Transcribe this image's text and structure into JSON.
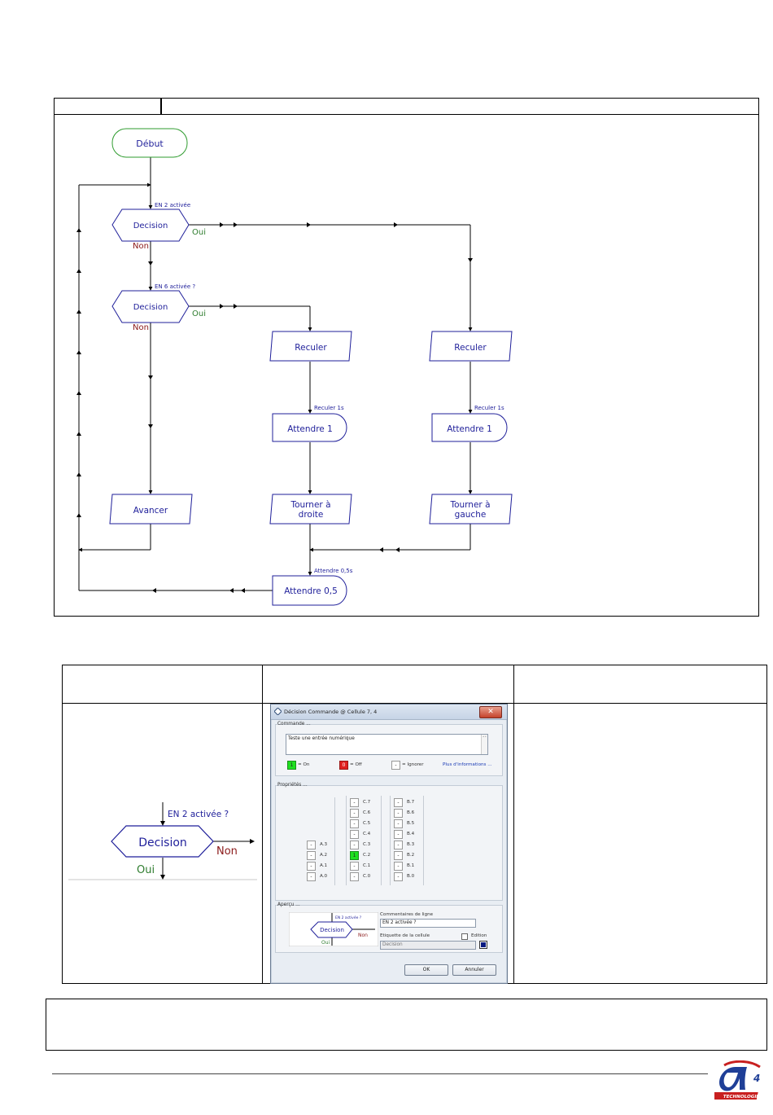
{
  "flowchart": {
    "start": "Début",
    "decision1": {
      "label": "Decision",
      "comment": "EN 2 activée",
      "yes": "Oui",
      "no": "Non"
    },
    "decision2": {
      "label": "Decision",
      "comment": "EN 6 activée ?",
      "yes": "Oui",
      "no": "Non"
    },
    "reculer_left": "Reculer",
    "reculer_right": "Reculer",
    "attendre_left": {
      "label": "Attendre 1",
      "comment": "Reculer 1s"
    },
    "attendre_right": {
      "label": "Attendre 1",
      "comment": "Reculer 1s"
    },
    "tourner_droite": [
      "Tourner à",
      "droite"
    ],
    "tourner_gauche": [
      "Tourner à",
      "gauche"
    ],
    "avancer": "Avancer",
    "attendre_final": {
      "label": "Attendre 0,5",
      "comment": "Attendre 0,5s"
    }
  },
  "zoom_diagram": {
    "comment": "EN 2 activée ?",
    "label": "Decision",
    "no": "Non",
    "yes": "Oui"
  },
  "dialog": {
    "title": "Décision Commande @ Cellule 7, 4",
    "close": "✕",
    "commande_group": "Commande ...",
    "commande_text": "Teste une entrée numérique",
    "legend_on_value": "1",
    "legend_on": "= On",
    "legend_off_value": "0",
    "legend_off": "= Off",
    "legend_ignore_value": "-",
    "legend_ignore": "= Ignorer",
    "more_info": "Plus d'informations ...",
    "props_group": "Propriétés ...",
    "col_a": [
      {
        "v": "-",
        "n": "A.3"
      },
      {
        "v": "-",
        "n": "A.2"
      },
      {
        "v": "-",
        "n": "A.1"
      },
      {
        "v": "-",
        "n": "A.0"
      }
    ],
    "col_c": [
      {
        "v": "-",
        "n": "C.7"
      },
      {
        "v": "-",
        "n": "C.6"
      },
      {
        "v": "-",
        "n": "C.5"
      },
      {
        "v": "-",
        "n": "C.4"
      },
      {
        "v": "-",
        "n": "C.3"
      },
      {
        "v": "1",
        "n": "C.2"
      },
      {
        "v": "-",
        "n": "C.1"
      },
      {
        "v": "-",
        "n": "C.0"
      }
    ],
    "col_b": [
      {
        "v": "-",
        "n": "B.7"
      },
      {
        "v": "-",
        "n": "B.6"
      },
      {
        "v": "-",
        "n": "B.5"
      },
      {
        "v": "-",
        "n": "B.4"
      },
      {
        "v": "-",
        "n": "B.3"
      },
      {
        "v": "-",
        "n": "B.2"
      },
      {
        "v": "-",
        "n": "B.1"
      },
      {
        "v": "-",
        "n": "B.0"
      }
    ],
    "apercu_group": "Aperçu ...",
    "preview": {
      "comment": "EN 2 activée ?",
      "label": "Decision",
      "no": "Non",
      "yes": "Oui"
    },
    "line_comment_label": "Commentaires de ligne",
    "line_comment_value": "EN 2 activée ?",
    "edition_label": "Edition",
    "cell_label_label": "Etiquette de la cellule",
    "cell_label_value": "Decision",
    "ok": "OK",
    "cancel": "Annuler"
  },
  "logo": {
    "brand": "A4",
    "sub": "TECHNOLOGIE"
  },
  "colors": {
    "flow_blue": "#1f1f9a",
    "start_green": "#2e9b2e",
    "yes_green": "#2f7d2f",
    "no_red": "#8b1a1a",
    "on_green": "#1fe01f",
    "off_red": "#e02020"
  }
}
